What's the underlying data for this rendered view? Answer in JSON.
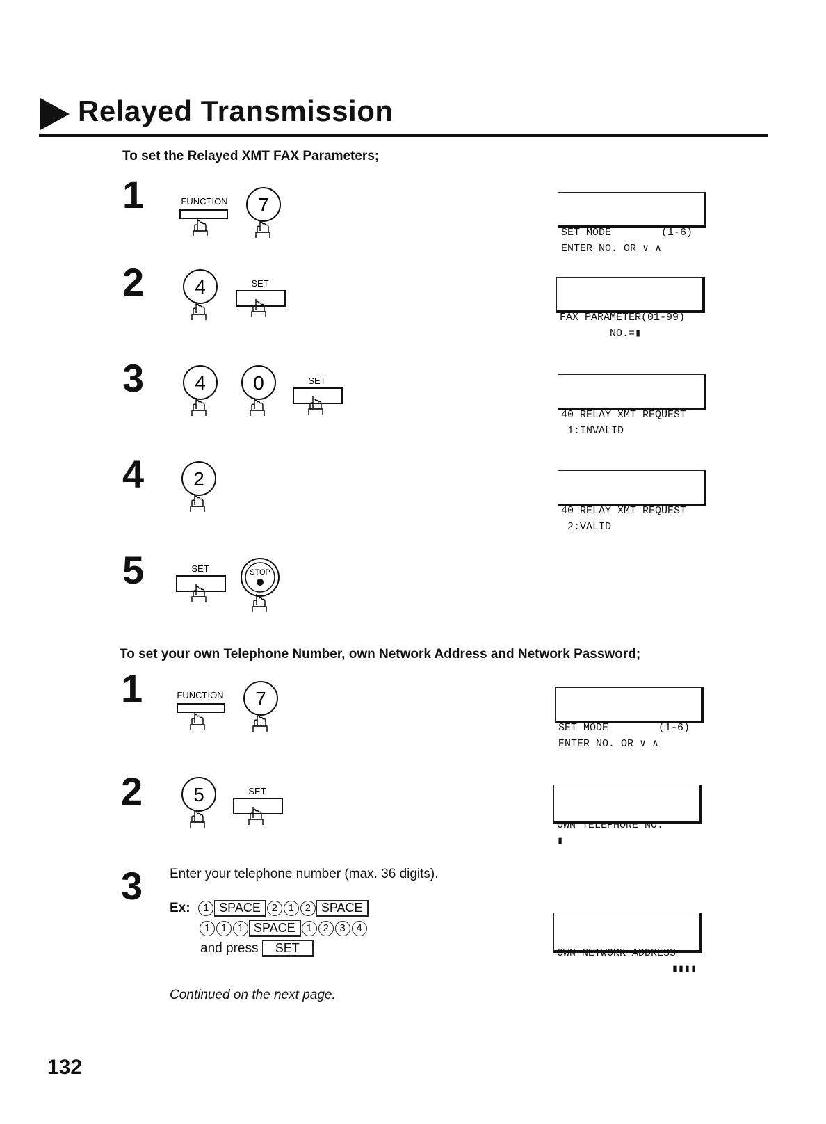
{
  "page": {
    "title": "Relayed Transmission",
    "page_number": "132"
  },
  "section1": {
    "heading": "To set the Relayed XMT FAX Parameters;",
    "steps": [
      {
        "num": "1",
        "lcd": [
          "SET MODE        (1-6)",
          "ENTER NO. OR ∨ ∧"
        ]
      },
      {
        "num": "2",
        "lcd": [
          "FAX PARAMETER(01-99)",
          "        NO.=▮"
        ]
      },
      {
        "num": "3",
        "lcd": [
          "40 RELAY XMT REQUEST",
          " 1:INVALID"
        ]
      },
      {
        "num": "4",
        "lcd": [
          "40 RELAY XMT REQUEST",
          " 2:VALID"
        ]
      },
      {
        "num": "5"
      }
    ]
  },
  "section2": {
    "heading": "To set your own Telephone Number, own Network Address and Network Password;",
    "steps": [
      {
        "num": "1",
        "lcd": [
          "SET MODE        (1-6)",
          "ENTER NO. OR ∨ ∧"
        ]
      },
      {
        "num": "2",
        "lcd": [
          "OWN TELEPHONE NO.",
          "▮"
        ]
      },
      {
        "num": "3",
        "text": "Enter your telephone number (max. 36 digits).",
        "lcd": [
          "OWN NETWORK ADDRESS",
          "▮▮▮▮"
        ]
      }
    ],
    "example": {
      "ex_label": "Ex:",
      "line1": [
        "1",
        "SPACE",
        "2",
        "1",
        "2",
        "SPACE"
      ],
      "line2": [
        "1",
        "1",
        "1",
        "SPACE",
        "1",
        "2",
        "3",
        "4"
      ],
      "press_text": "and press",
      "set_key": "SET"
    },
    "continued": "Continued on the next page."
  },
  "keys": {
    "function": "FUNCTION",
    "set": "SET",
    "stop": "STOP",
    "k7": "7",
    "k4": "4",
    "k0": "0",
    "k2": "2",
    "k5": "5"
  }
}
